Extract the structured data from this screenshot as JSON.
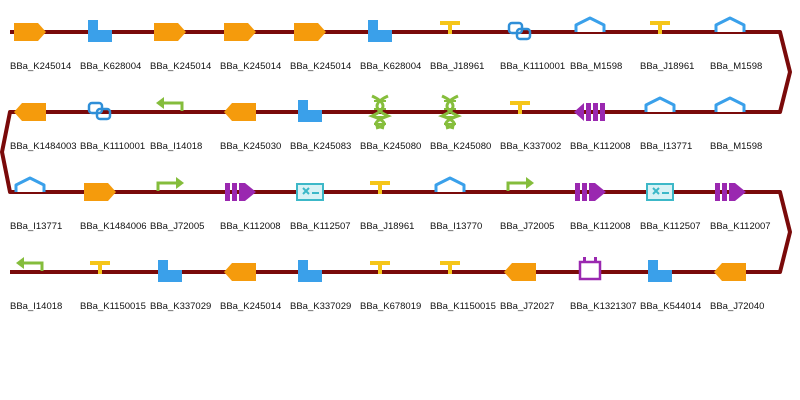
{
  "colors": {
    "backbone": "#7a0a0a",
    "cds": "#f59b0c",
    "rbs": "#3aa0ea",
    "terminator": "#f5c518",
    "promoter": "#84bd3c",
    "protease_site": "#3aa0ea",
    "primer_site": "#2f8fd8",
    "stop": "#9a28b0",
    "insulator": "#86be3c",
    "signal": "#3cb8c8"
  },
  "rows": [
    [
      {
        "id": "BBa_K245014",
        "glyph": "cds",
        "dir": "fwd"
      },
      {
        "id": "BBa_K628004",
        "glyph": "rbs"
      },
      {
        "id": "BBa_K245014",
        "glyph": "cds",
        "dir": "fwd"
      },
      {
        "id": "BBa_K245014",
        "glyph": "cds",
        "dir": "fwd"
      },
      {
        "id": "BBa_K245014",
        "glyph": "cds",
        "dir": "fwd"
      },
      {
        "id": "BBa_K628004",
        "glyph": "rbs"
      },
      {
        "id": "BBa_J18961",
        "glyph": "terminator"
      },
      {
        "id": "BBa_K1110001",
        "glyph": "primer_site"
      },
      {
        "id": "BBa_M1598",
        "glyph": "protease_site"
      },
      {
        "id": "BBa_J18961",
        "glyph": "terminator"
      },
      {
        "id": "BBa_M1598",
        "glyph": "protease_site"
      }
    ],
    [
      {
        "id": "BBa_K1484003",
        "glyph": "cds",
        "dir": "rev"
      },
      {
        "id": "BBa_K1110001",
        "glyph": "primer_site"
      },
      {
        "id": "BBa_I14018",
        "glyph": "promoter",
        "dir": "rev"
      },
      {
        "id": "BBa_K245030",
        "glyph": "cds",
        "dir": "rev"
      },
      {
        "id": "BBa_K245083",
        "glyph": "rbs"
      },
      {
        "id": "BBa_K245080",
        "glyph": "insulator"
      },
      {
        "id": "BBa_K245080",
        "glyph": "insulator"
      },
      {
        "id": "BBa_K337002",
        "glyph": "terminator"
      },
      {
        "id": "BBa_K112008",
        "glyph": "stop",
        "dir": "rev"
      },
      {
        "id": "BBa_I13771",
        "glyph": "protease_site"
      },
      {
        "id": "BBa_M1598",
        "glyph": "protease_site"
      }
    ],
    [
      {
        "id": "BBa_I13771",
        "glyph": "protease_site"
      },
      {
        "id": "BBa_K1484006",
        "glyph": "cds",
        "dir": "fwd"
      },
      {
        "id": "BBa_J72005",
        "glyph": "promoter",
        "dir": "fwd"
      },
      {
        "id": "BBa_K112008",
        "glyph": "stop",
        "dir": "fwd"
      },
      {
        "id": "BBa_K112507",
        "glyph": "signal"
      },
      {
        "id": "BBa_J18961",
        "glyph": "terminator"
      },
      {
        "id": "BBa_I13770",
        "glyph": "protease_site"
      },
      {
        "id": "BBa_J72005",
        "glyph": "promoter",
        "dir": "fwd"
      },
      {
        "id": "BBa_K112008",
        "glyph": "stop",
        "dir": "fwd"
      },
      {
        "id": "BBa_K112507",
        "glyph": "signal"
      },
      {
        "id": "BBa_K112007",
        "glyph": "stop",
        "dir": "fwd"
      }
    ],
    [
      {
        "id": "BBa_I14018",
        "glyph": "promoter",
        "dir": "rev"
      },
      {
        "id": "BBa_K1150015",
        "glyph": "terminator"
      },
      {
        "id": "BBa_K337029",
        "glyph": "rbs"
      },
      {
        "id": "BBa_K245014",
        "glyph": "cds",
        "dir": "rev"
      },
      {
        "id": "BBa_K337029",
        "glyph": "rbs"
      },
      {
        "id": "BBa_K678019",
        "glyph": "terminator"
      },
      {
        "id": "BBa_K1150015",
        "glyph": "terminator"
      },
      {
        "id": "BBa_J72027",
        "glyph": "cds",
        "dir": "rev"
      },
      {
        "id": "BBa_K1321307",
        "glyph": "operator"
      },
      {
        "id": "BBa_K544014",
        "glyph": "rbs"
      },
      {
        "id": "BBa_J72040",
        "glyph": "cds",
        "dir": "rev"
      }
    ]
  ]
}
